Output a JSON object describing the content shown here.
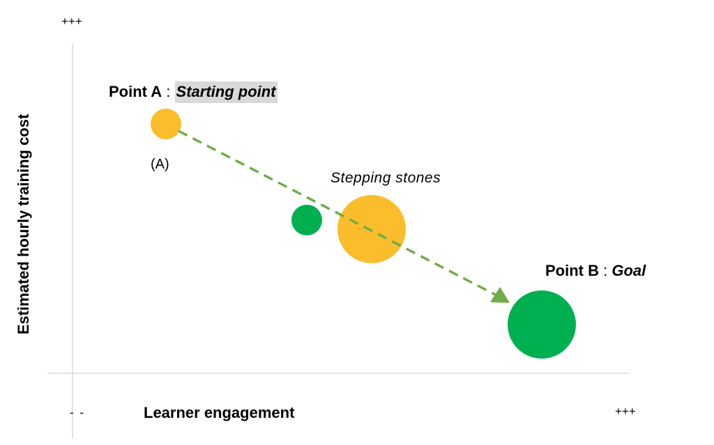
{
  "axes": {
    "y_high_label": "+++",
    "x_low_label": "- -",
    "x_high_label": "+++",
    "x_title": "Learner engagement",
    "y_title": "Estimated hourly training cost"
  },
  "point_a": {
    "name": "Point A",
    "separator": " : ",
    "description": "Starting point",
    "tag": "(A)"
  },
  "stepping_stones": {
    "label": "Stepping stones"
  },
  "point_b": {
    "name": "Point B",
    "separator": " : ",
    "description": "Goal"
  },
  "colors": {
    "orange": "#fbbd2b",
    "green": "#00b050",
    "arrow": "#70ad47",
    "axis": "#d9d9d9"
  },
  "bubbles": [
    {
      "id": "point-a",
      "color": "orange",
      "size": "small"
    },
    {
      "id": "stone-green",
      "color": "green",
      "size": "small"
    },
    {
      "id": "stone-orange",
      "color": "orange",
      "size": "large"
    },
    {
      "id": "point-b",
      "color": "green",
      "size": "large"
    }
  ]
}
